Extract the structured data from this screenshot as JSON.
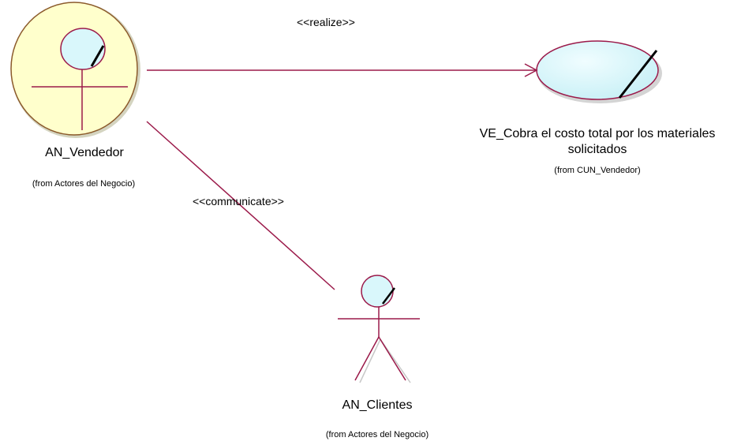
{
  "actors": {
    "vendedor": {
      "name": "AN_Vendedor",
      "from": "(from Actores del Negocio)"
    },
    "clientes": {
      "name": "AN_Clientes",
      "from": "(from Actores del Negocio)"
    }
  },
  "use_case": {
    "name_line1": "VE_Cobra el costo total por los materiales",
    "name_line2": "solicitados",
    "from": "(from CUN_Vendedor)"
  },
  "relations": {
    "realize": "<<realize>>",
    "communicate": "<<communicate>>"
  },
  "colors": {
    "line": "#9b1a4a",
    "actor_fill": "#ffffcc",
    "use_case_fill": "#d9f7fb"
  }
}
